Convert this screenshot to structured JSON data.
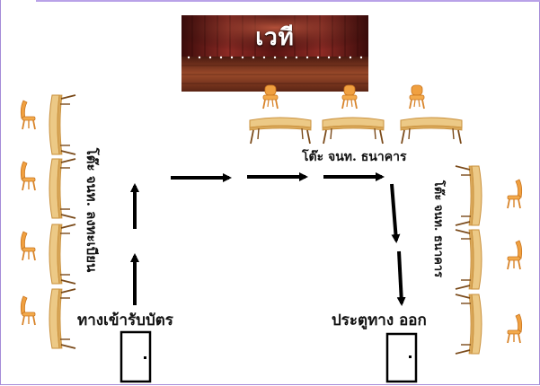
{
  "stage": {
    "title": "เวที"
  },
  "labels": {
    "registration_table": "โต๊ะ จนท. ลงทะเบียน",
    "bank_table_top": "โต๊ะ จนท. ธนาคาร",
    "bank_table_right": "โต๊ะ จนท. ธนาคาร",
    "entrance": "ทางเข้ารับบัตร",
    "exit": "ประตูทาง ออก"
  },
  "colors": {
    "table_wood": "#e8c07a",
    "table_edge": "#c98f3a",
    "chair": "#f0a040",
    "chair_dark": "#c9741d",
    "curtain": "#7a1f1c",
    "floor": "#7c3a22",
    "arrow": "#000000",
    "border": "#a58bd8"
  }
}
